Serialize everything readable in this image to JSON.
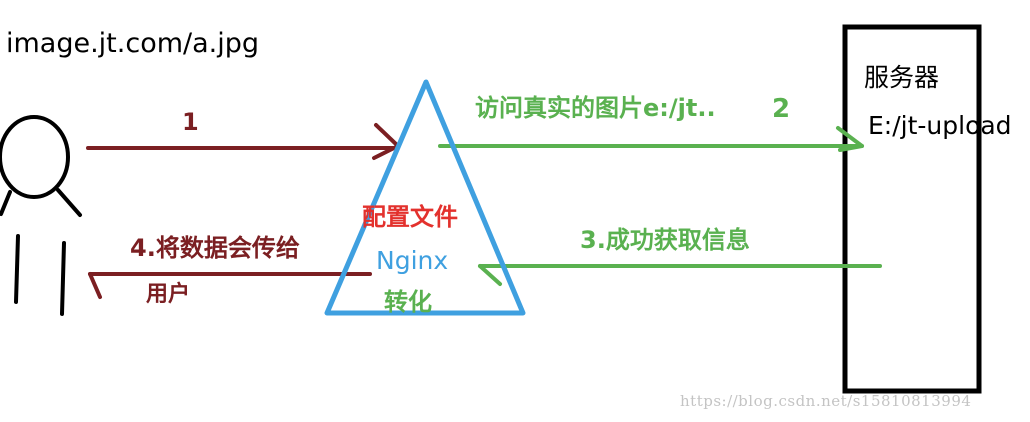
{
  "request_url": "image.jt.com/a.jpg",
  "steps": {
    "step1": "1",
    "step2_text": "访问真实的图片e:/jt..",
    "step2_num": "2",
    "step3": "3.成功获取信息",
    "step4": "4.将数据会传给",
    "step4_cont": "用户"
  },
  "proxy": {
    "config_label": "配置文件",
    "name": "Nginx",
    "transform_label": "转化"
  },
  "server": {
    "title": "服务器",
    "path": "E:/jt-upload"
  },
  "watermark": "https://blog.csdn.net/s15810813994",
  "colors": {
    "request_arrow": "#7b1f22",
    "nginx_arrow": "#5ab150",
    "triangle": "#3fa0e0",
    "config_text": "#e3312d",
    "server_box": "#000000"
  },
  "icons": {
    "user": "stick-figure-icon",
    "proxy": "triangle-shape",
    "server": "server-box"
  }
}
